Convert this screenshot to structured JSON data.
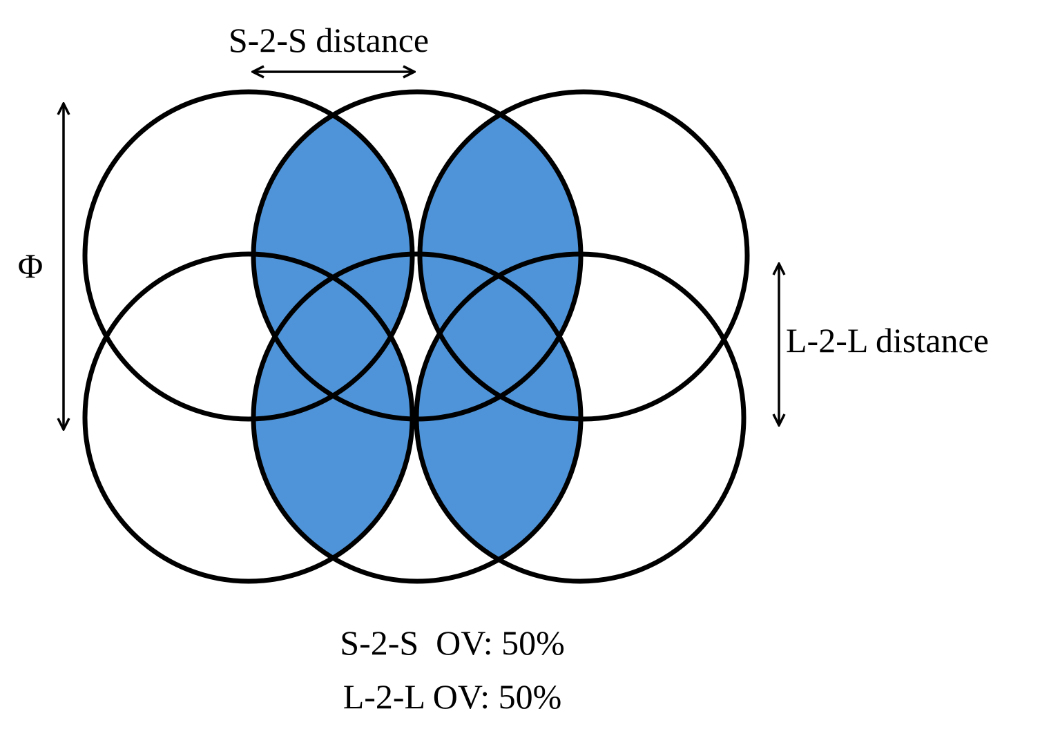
{
  "labels": {
    "s2s_distance": "S-2-S distance",
    "l2l_distance": "L-2-L distance",
    "phi": "Φ",
    "s2s_overlap": "S-2-S  OV: 50%",
    "l2l_overlap": "L-2-L OV: 50%"
  },
  "colors": {
    "overlap_fill": "#4f94d8",
    "stroke": "#000000",
    "background": "#ffffff"
  }
}
